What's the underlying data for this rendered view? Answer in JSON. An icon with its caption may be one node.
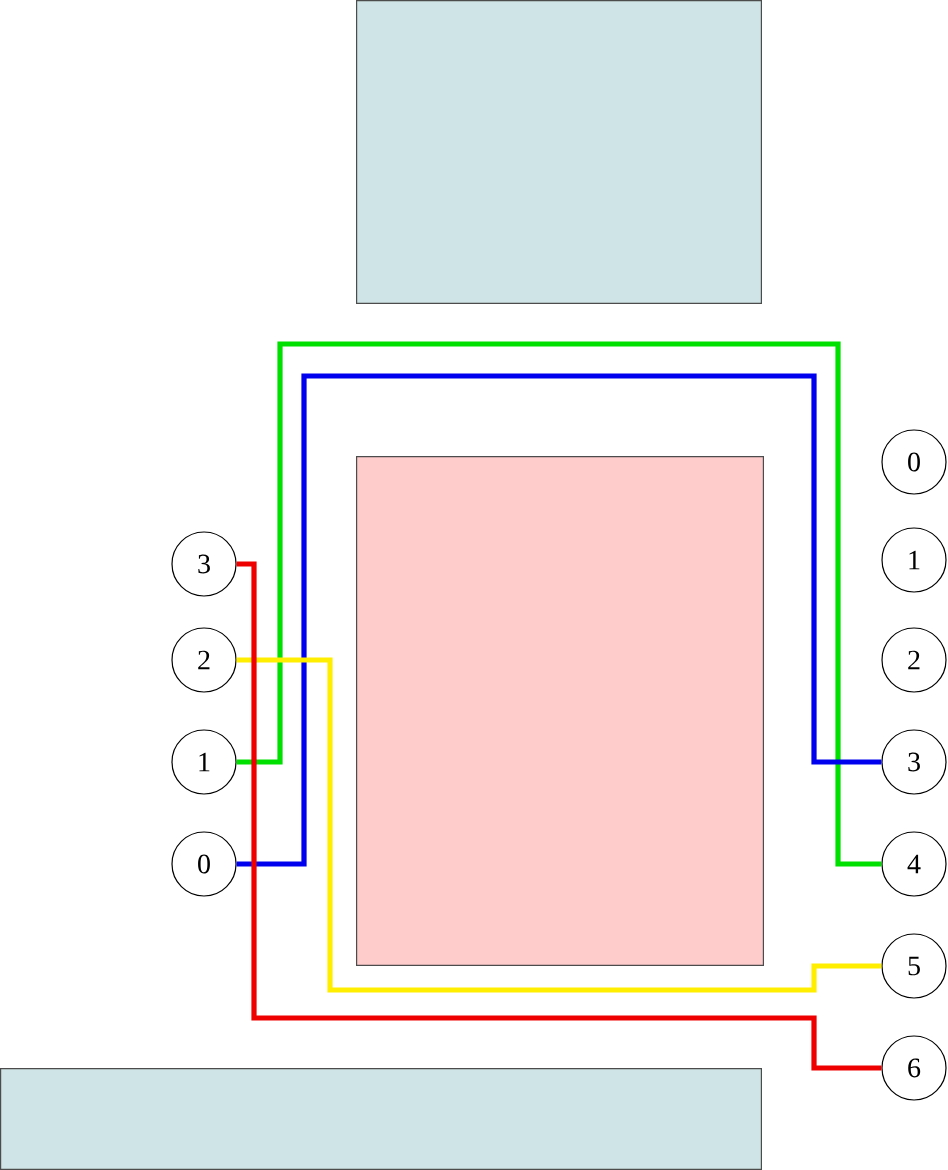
{
  "diagram": {
    "nodes": [
      {
        "text": [],
        "shape": "box"
      },
      {
        "text": [],
        "shape": "box"
      },
      {
        "text": [],
        "shape": "box"
      },
      {
        "text": [
          "3"
        ]
      },
      {
        "text": [
          "2"
        ]
      },
      {
        "text": [
          "1"
        ]
      },
      {
        "text": [
          "0"
        ]
      },
      {
        "text": [
          "0"
        ]
      },
      {
        "text": [
          "1"
        ]
      },
      {
        "text": [
          "2"
        ]
      },
      {
        "text": [
          "3"
        ]
      },
      {
        "text": [
          "4"
        ]
      },
      {
        "text": [
          "5"
        ]
      },
      {
        "text": [
          "6"
        ]
      }
    ],
    "edges": [
      {
        "from": 5,
        "to": 11,
        "arrow": "none",
        "color": "#00e000"
      },
      {
        "from": 6,
        "to": 10,
        "arrow": "none",
        "color": "#0000ee"
      },
      {
        "from": 4,
        "to": 12,
        "arrow": "none",
        "color": "#ffee00"
      },
      {
        "from": 3,
        "to": 13,
        "arrow": "none",
        "color": "#ee0000"
      }
    ]
  }
}
